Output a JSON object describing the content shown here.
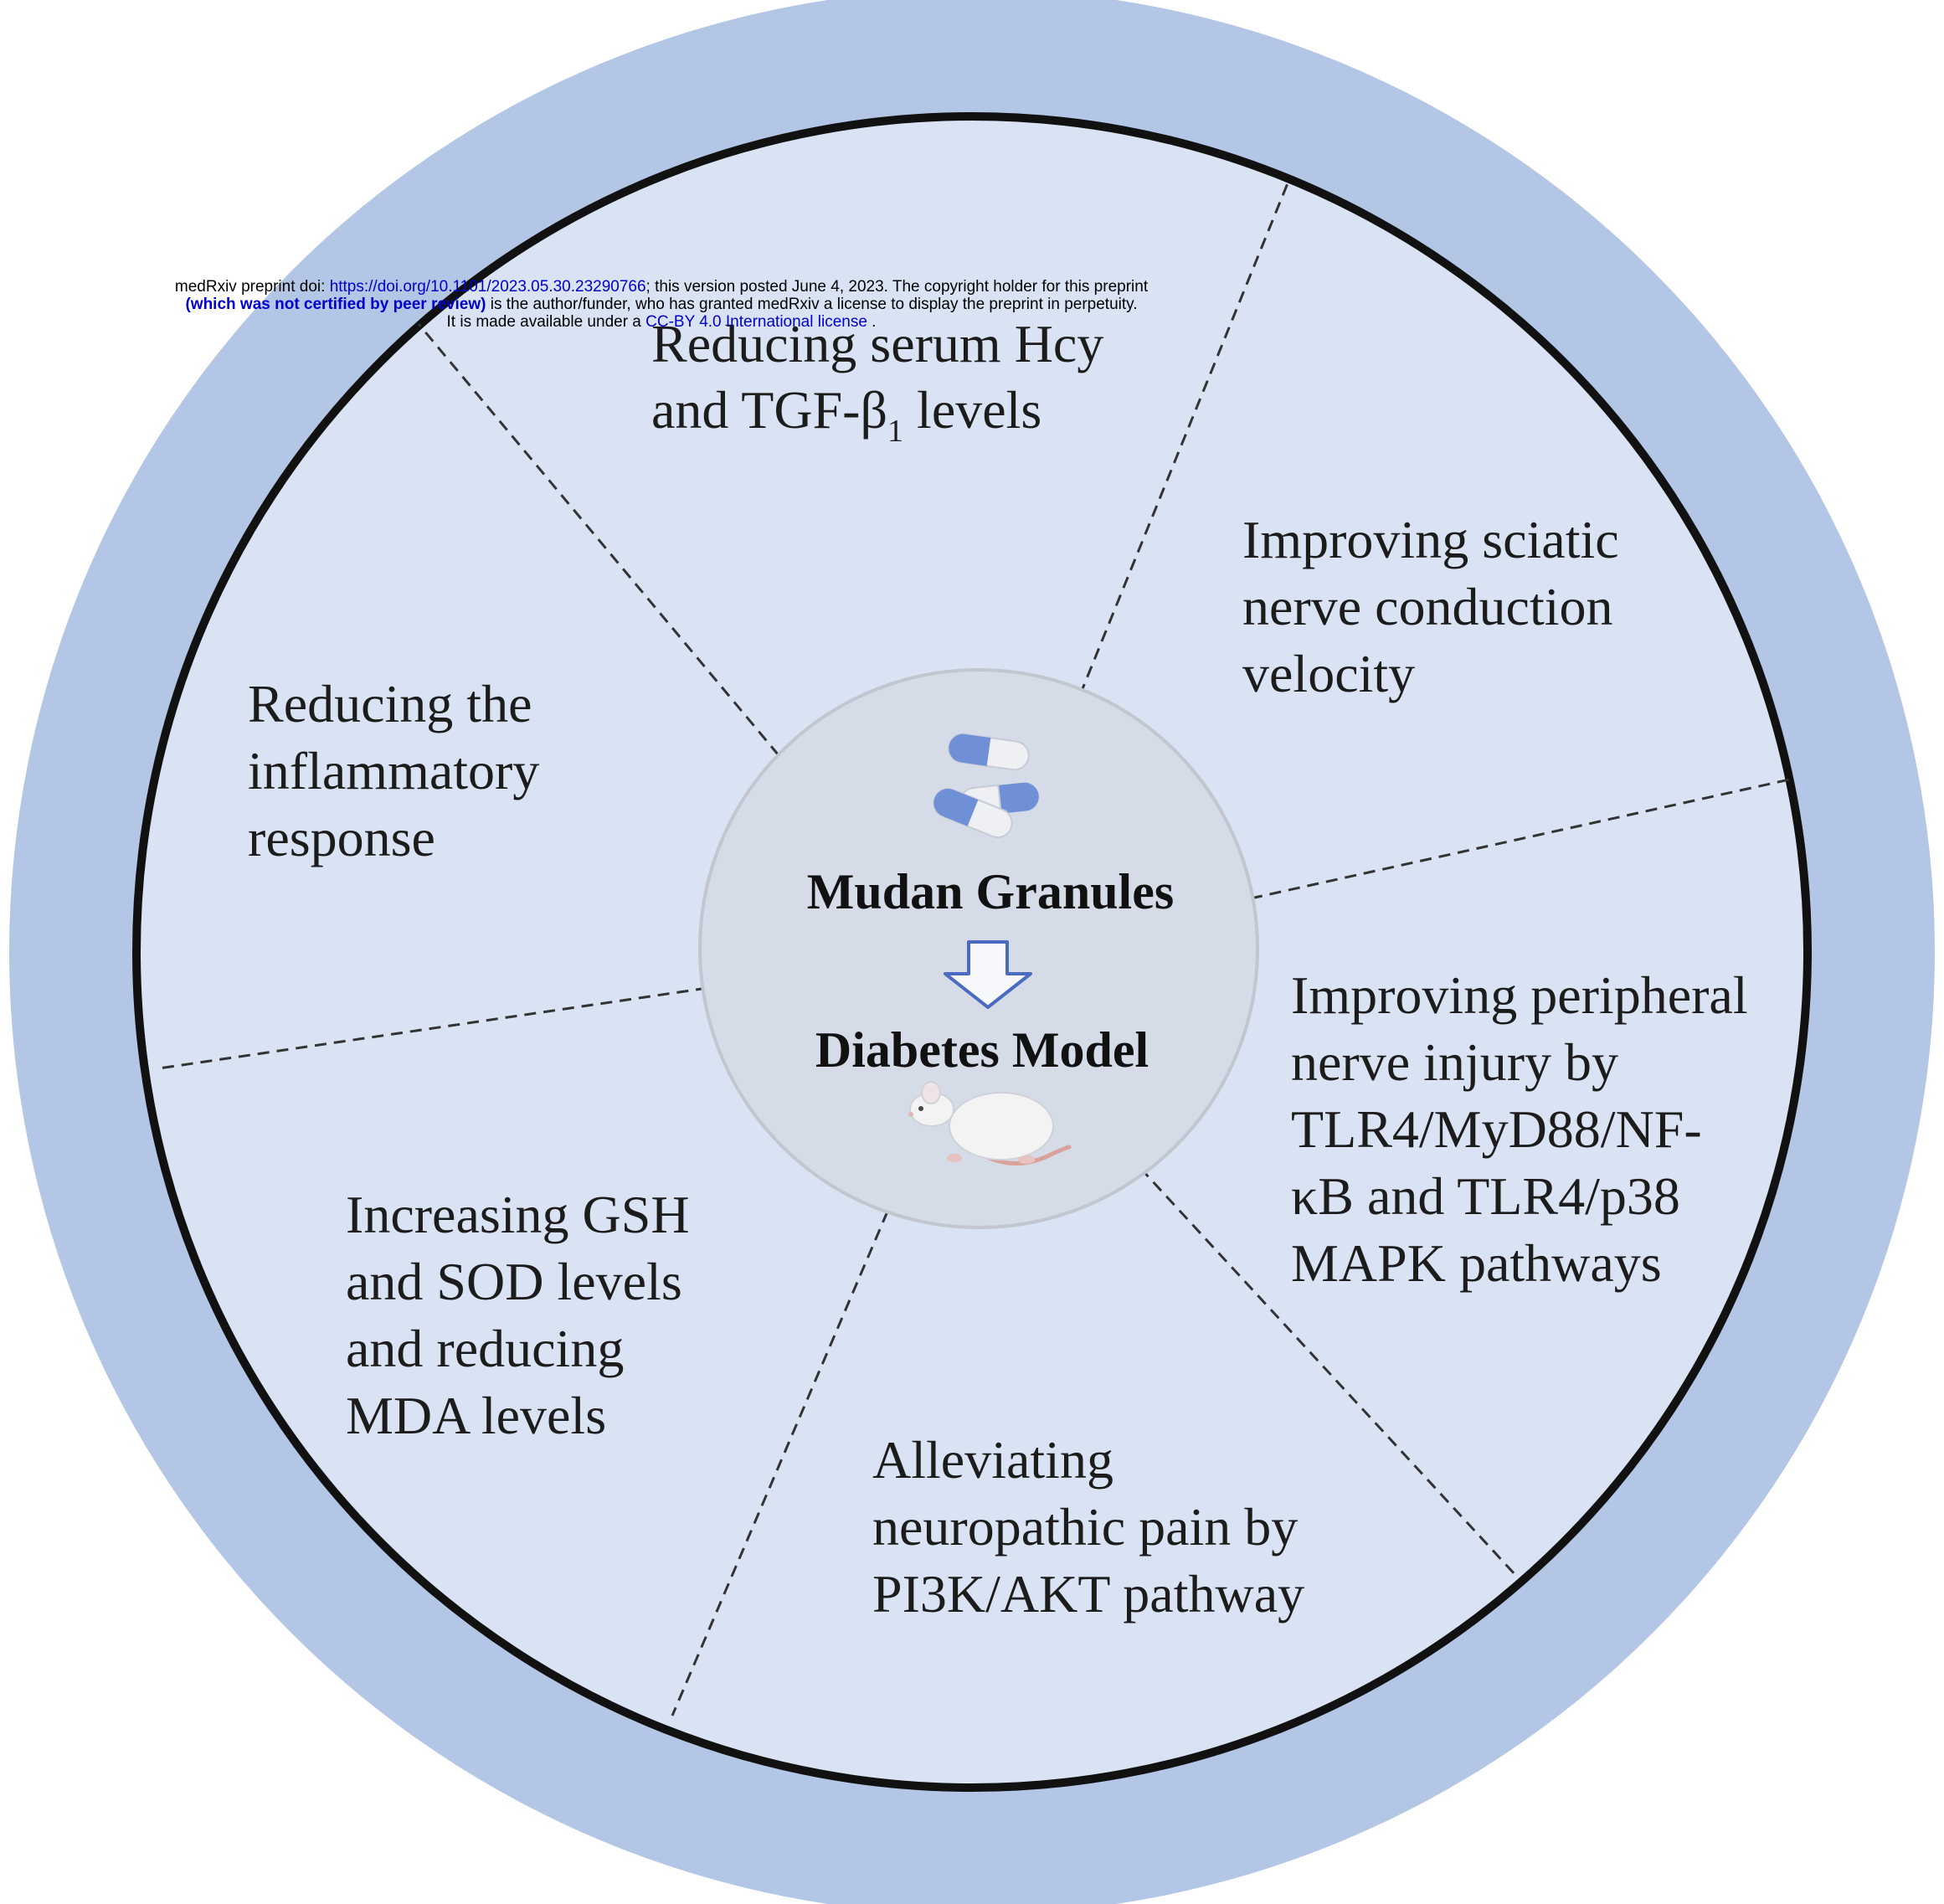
{
  "banner": {
    "line1_prefix": "medRxiv preprint doi: ",
    "doi_link": "https://doi.org/10.1101/2023.05.30.23290766",
    "line1_suffix": "; this version posted June 4, 2023. The copyright holder for this preprint",
    "line2_bold": "(which was not certified by peer review)",
    "line2_rest": " is the author/funder, who has granted medRxiv a license to display the preprint in perpetuity.",
    "line3_prefix": "It is made available under a ",
    "license_link": "CC-BY 4.0 International license",
    "line3_suffix": " ."
  },
  "center": {
    "title": "Mudan Granules",
    "subtitle": "Diabetes Model",
    "top_icon": "capsules-icon",
    "arrow_icon": "down-arrow-icon",
    "bottom_icon": "mouse-icon"
  },
  "segments": {
    "top": {
      "line1": "Reducing serum Hcy",
      "line2_pre": "and TGF-β",
      "line2_sub": "1",
      "line2_post": " levels"
    },
    "upper_right": [
      "Improving sciatic",
      "nerve conduction",
      "velocity"
    ],
    "right": [
      "Improving peripheral",
      "nerve injury by",
      "TLR4/MyD88/NF-",
      "κB and TLR4/p38",
      "MAPK pathways"
    ],
    "bottom": [
      "Alleviating",
      "neuropathic pain by",
      "PI3K/AKT pathway"
    ],
    "lower_left": [
      "Increasing GSH",
      "and SOD levels",
      "and reducing",
      "MDA levels"
    ],
    "left": [
      "Reducing the",
      "inflammatory",
      "response"
    ]
  },
  "colors": {
    "outer_ring": "#b3c6e6",
    "inner_disc": "#d9e3f3",
    "center_disc": "#d5dbe7",
    "ring_border": "#111111",
    "capsule_blue": "#6f8fd6",
    "capsule_white": "#eef0f4"
  }
}
